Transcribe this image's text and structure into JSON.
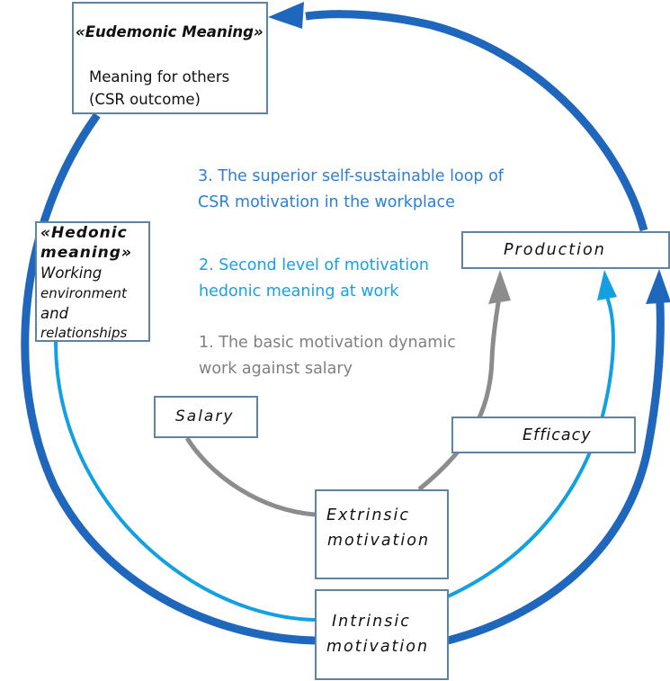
{
  "colors": {
    "outer_loop": "#1f67bd",
    "middle_loop": "#12a0e2",
    "inner_loop": "#8c8c8c",
    "box_border": "#5f83a3",
    "label_level3": "#2b7fd4",
    "label_level2": "#19a0e0",
    "label_level1": "#808080"
  },
  "boxes": {
    "eudemonic": {
      "title": "«Eudemonic Meaning»",
      "line1": "Meaning for others",
      "line2": "(CSR outcome)"
    },
    "hedonic": {
      "title1": "«Hedonic",
      "title2": "meaning»",
      "line1": "Working",
      "line2": "environment",
      "line3": "and",
      "line4": "relationships"
    },
    "production": {
      "label": "Production"
    },
    "salary": {
      "label": "Salary"
    },
    "efficacy": {
      "label": "Efficacy"
    },
    "extrinsic": {
      "line1": "Extrinsic",
      "line2": "motivation"
    },
    "intrinsic": {
      "line1": "Intrinsic",
      "line2": "motivation"
    }
  },
  "loops": {
    "level3": {
      "line1": "3. The superior self-sustainable loop of",
      "line2": "CSR motivation in the workplace"
    },
    "level2": {
      "line1": "2. Second level of motivation",
      "line2": "hedonic meaning at work"
    },
    "level1": {
      "line1": "1. The basic motivation dynamic",
      "line2": "work against salary"
    }
  }
}
